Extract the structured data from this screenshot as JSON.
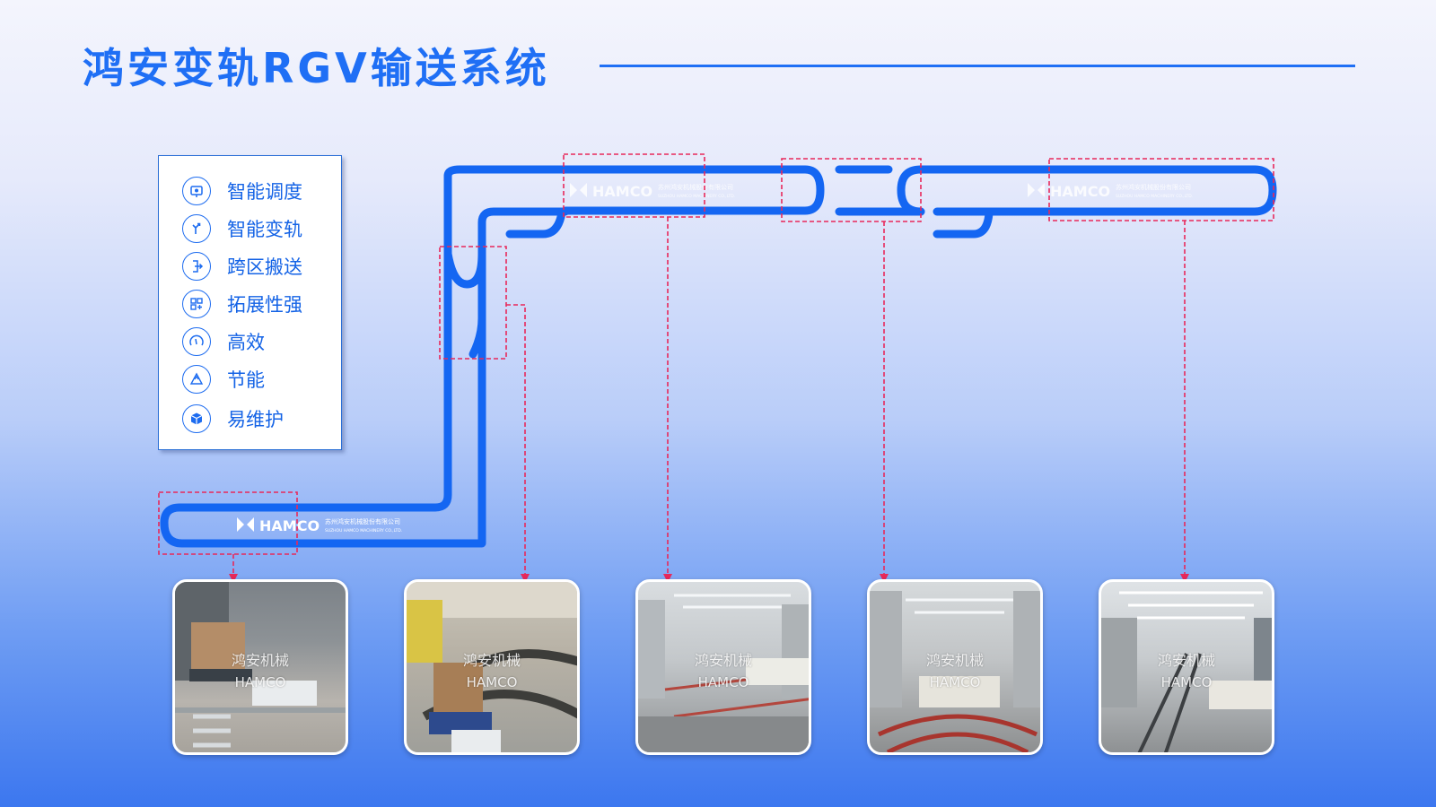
{
  "title": "鸿安变轨RGV输送系统",
  "legend": [
    {
      "icon": "dispatch-icon",
      "label": "智能调度"
    },
    {
      "icon": "switch-arrow-icon",
      "label": "智能变轨"
    },
    {
      "icon": "transfer-icon",
      "label": "跨区搬送"
    },
    {
      "icon": "extend-grid-icon",
      "label": "拓展性强"
    },
    {
      "icon": "speed-gauge-icon",
      "label": "高效"
    },
    {
      "icon": "recycle-icon",
      "label": "节能"
    },
    {
      "icon": "box-maintenance-icon",
      "label": "易维护"
    }
  ],
  "track_logo": {
    "brand": "HAMCO",
    "company_cn": "苏州鸿安机械股份有限公司",
    "company_en": "SUZHOU HAMCO MACHINERY CO.,LTD."
  },
  "photos": [
    {
      "watermark_cn": "鸿安机械",
      "watermark_en": "HAMCO"
    },
    {
      "watermark_cn": "鸿安机械",
      "watermark_en": "HAMCO"
    },
    {
      "watermark_cn": "鸿安机械",
      "watermark_en": "HAMCO"
    },
    {
      "watermark_cn": "鸿安机械",
      "watermark_en": "HAMCO"
    },
    {
      "watermark_cn": "鸿安机械",
      "watermark_en": "HAMCO"
    }
  ],
  "colors": {
    "track": "#1466f2",
    "accent_title": "#1f6ff5",
    "highlight_box": "#e8285a"
  }
}
